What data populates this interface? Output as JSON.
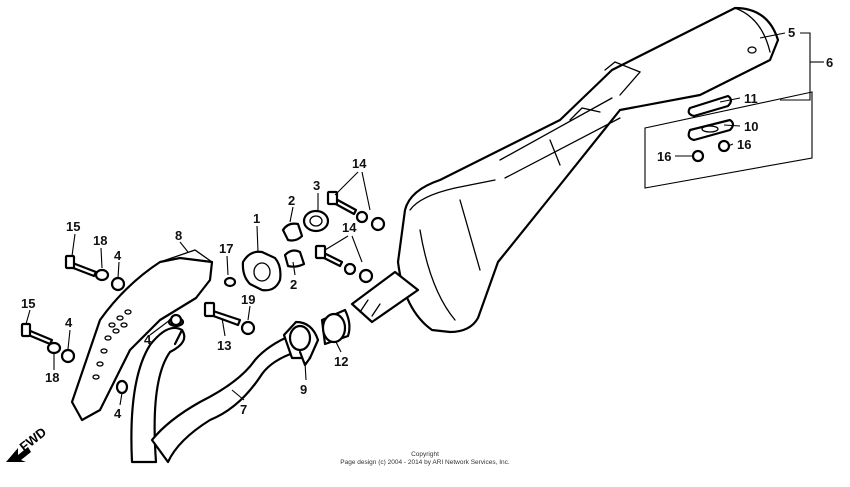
{
  "diagram": {
    "callouts": {
      "c1": "1",
      "c2a": "2",
      "c2b": "2",
      "c3": "3",
      "c4a": "4",
      "c4b": "4",
      "c4c": "4",
      "c4d": "4",
      "c5": "5",
      "c6": "6",
      "c7": "7",
      "c8": "8",
      "c9": "9",
      "c10": "10",
      "c11": "11",
      "c12": "12",
      "c13": "13",
      "c14a": "14",
      "c14b": "14",
      "c15a": "15",
      "c15b": "15",
      "c16a": "16",
      "c16b": "16",
      "c17": "17",
      "c18a": "18",
      "c18b": "18",
      "c19": "19"
    },
    "fwd_label": "FWD"
  },
  "footer": {
    "copyright_line1": "Copyright",
    "copyright_line2": "Page design (c) 2004 - 2014 by ARI Network Services, Inc."
  }
}
